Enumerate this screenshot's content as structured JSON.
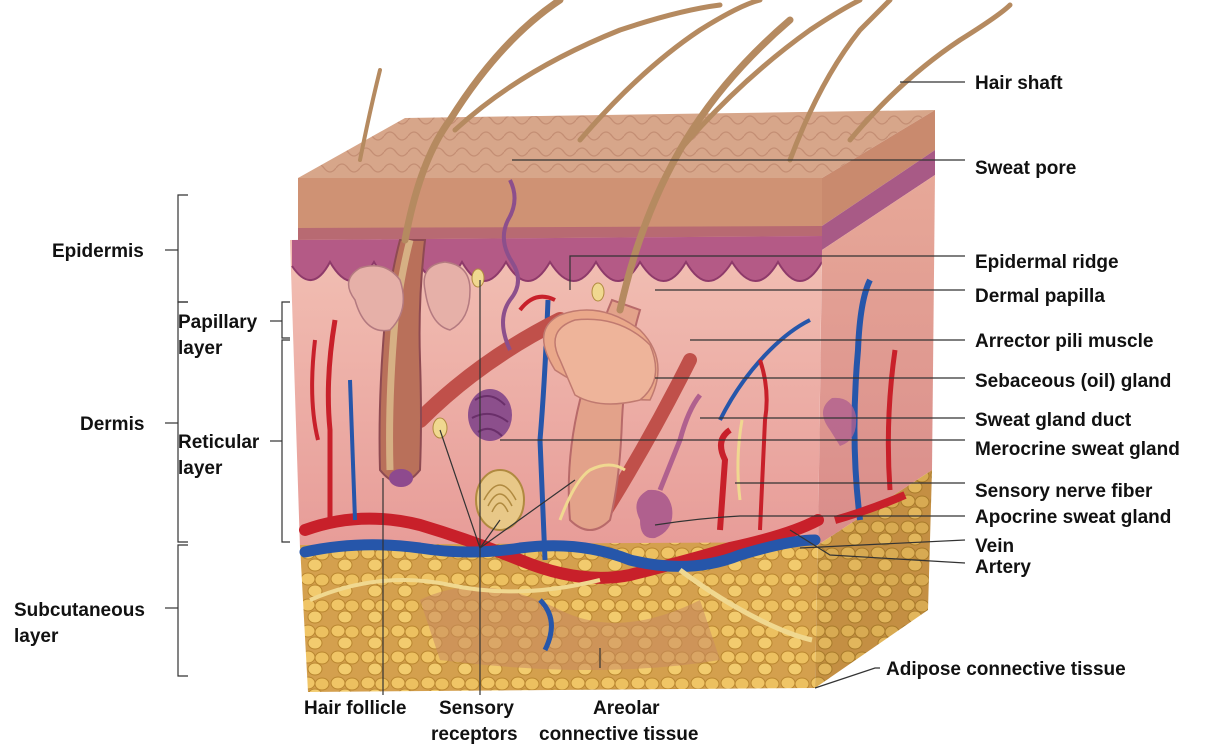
{
  "diagram": {
    "left_labels": {
      "epidermis": "Epidermis",
      "papillary_line1": "Papillary",
      "papillary_line2": "layer",
      "dermis": "Dermis",
      "reticular_line1": "Reticular",
      "reticular_line2": "layer",
      "subcutaneous_line1": "Subcutaneous",
      "subcutaneous_line2": "layer"
    },
    "right_labels": {
      "hair_shaft": "Hair shaft",
      "sweat_pore": "Sweat pore",
      "epidermal_ridge": "Epidermal ridge",
      "dermal_papilla": "Dermal papilla",
      "arrector_pili": "Arrector pili muscle",
      "sebaceous_gland": "Sebaceous (oil) gland",
      "sweat_gland_duct": "Sweat gland duct",
      "merocrine_gland": "Merocrine sweat gland",
      "sensory_nerve": "Sensory nerve fiber",
      "apocrine_gland": "Apocrine sweat gland",
      "vein": "Vein",
      "artery": "Artery",
      "adipose": "Adipose connective tissue"
    },
    "bottom_labels": {
      "hair_follicle": "Hair follicle",
      "sensory_line1": "Sensory",
      "sensory_line2": "receptors",
      "areolar_line1": "Areolar",
      "areolar_line2": "connective tissue"
    },
    "colors": {
      "epidermis_top": "#d9a98a",
      "stratum": "#b0527c",
      "dermis": "#f0b8b0",
      "subcutaneous": "#e0b05a",
      "artery": "#d0262a",
      "vein": "#2a5db0",
      "hair": "#b58a60",
      "gland": "#8c4f8c",
      "nerve": "#f0d890"
    }
  }
}
